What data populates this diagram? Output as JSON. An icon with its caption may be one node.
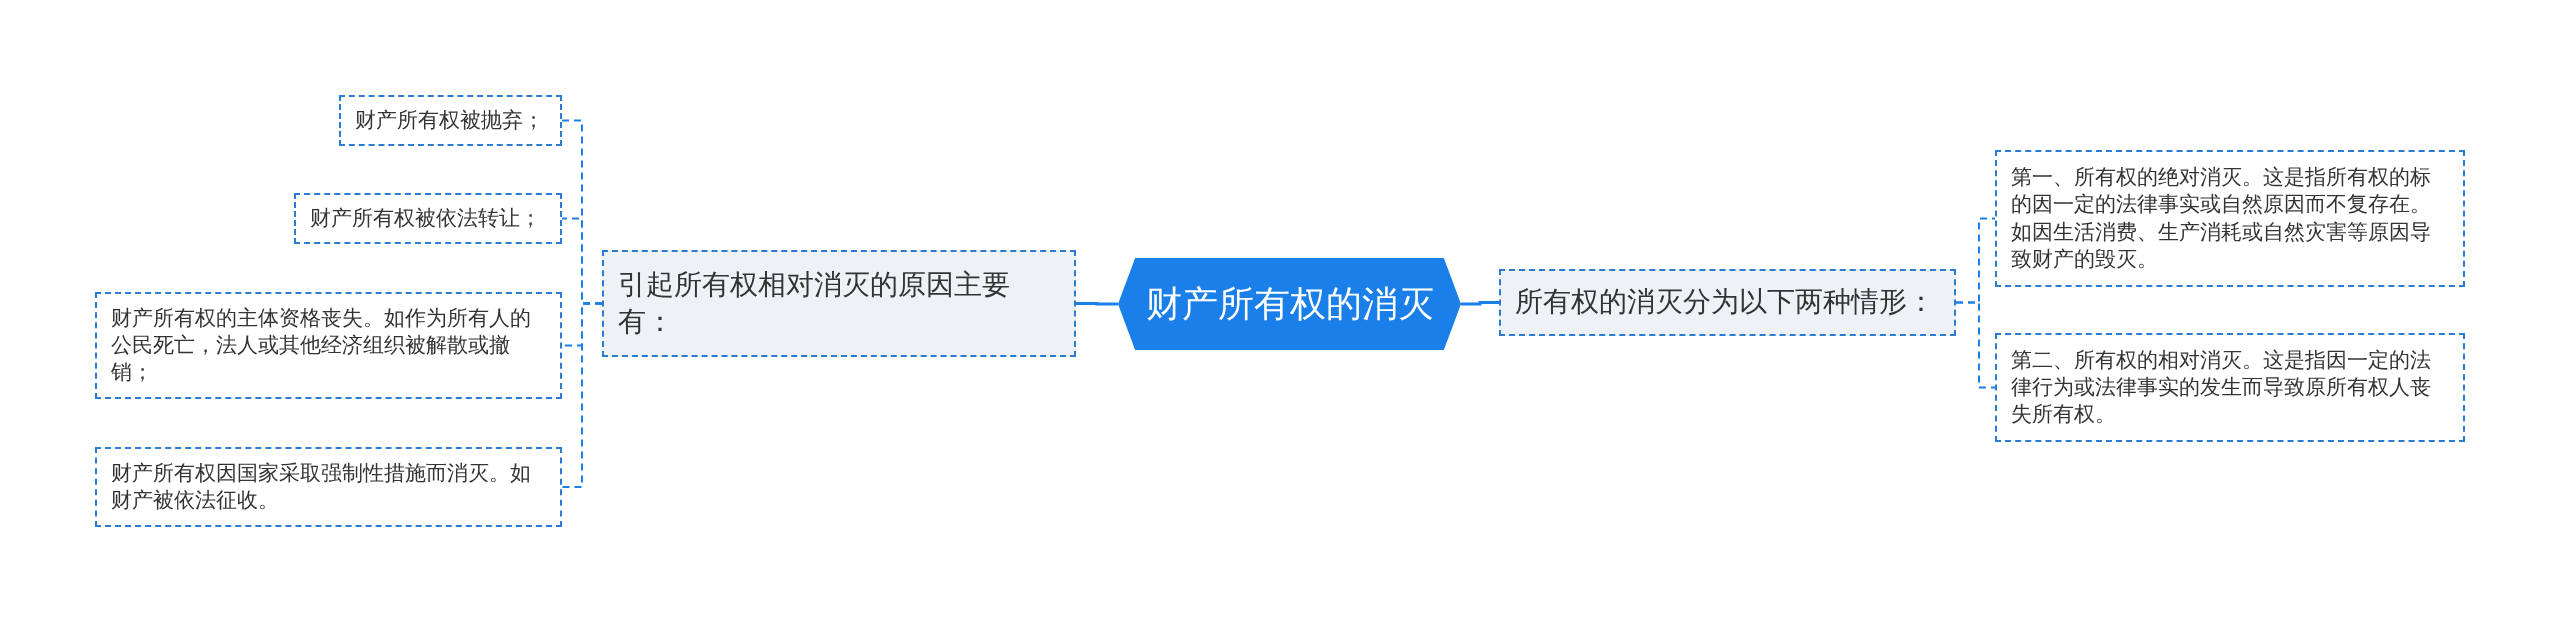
{
  "diagram": {
    "nodes": [
      {
        "text": [
          "财产所有权的消灭"
        ]
      },
      {
        "text": [
          "引起所有权相对消灭的原因主要有："
        ]
      },
      {
        "text": [
          "财产所有权被抛弃；"
        ]
      },
      {
        "text": [
          "财产所有权被依法转让；"
        ]
      },
      {
        "text": [
          "财产所有权的主体资格丧失。如作为所有人的公民死亡，法人或其他经济组织被解散或撤销；"
        ]
      },
      {
        "text": [
          "财产所有权因国家采取强制性措施而消灭。如财产被依法征收。"
        ]
      },
      {
        "text": [
          "所有权的消灭分为以下两种情形："
        ]
      },
      {
        "text": [
          "第一、所有权的绝对消灭。这是指所有权的标的因一定的法律事实或自然原因而不复存在。如因生活消费、生产消耗或自然灾害等原因导致财产的毁灭。"
        ]
      },
      {
        "text": [
          "第二、所有权的相对消灭。这是指因一定的法律行为或法律事实的发生而导致原所有权人丧失所有权。"
        ]
      }
    ],
    "edges": [
      {
        "from": 0,
        "to": 1,
        "arrow": "none"
      },
      {
        "from": 1,
        "to": 2,
        "arrow": "none",
        "style": "dashed"
      },
      {
        "from": 1,
        "to": 3,
        "arrow": "none",
        "style": "dashed"
      },
      {
        "from": 1,
        "to": 4,
        "arrow": "none",
        "style": "dashed"
      },
      {
        "from": 1,
        "to": 5,
        "arrow": "none",
        "style": "dashed"
      },
      {
        "from": 0,
        "to": 6,
        "arrow": "none"
      },
      {
        "from": 6,
        "to": 7,
        "arrow": "none",
        "style": "dashed"
      },
      {
        "from": 6,
        "to": 8,
        "arrow": "none",
        "style": "dashed"
      }
    ]
  }
}
